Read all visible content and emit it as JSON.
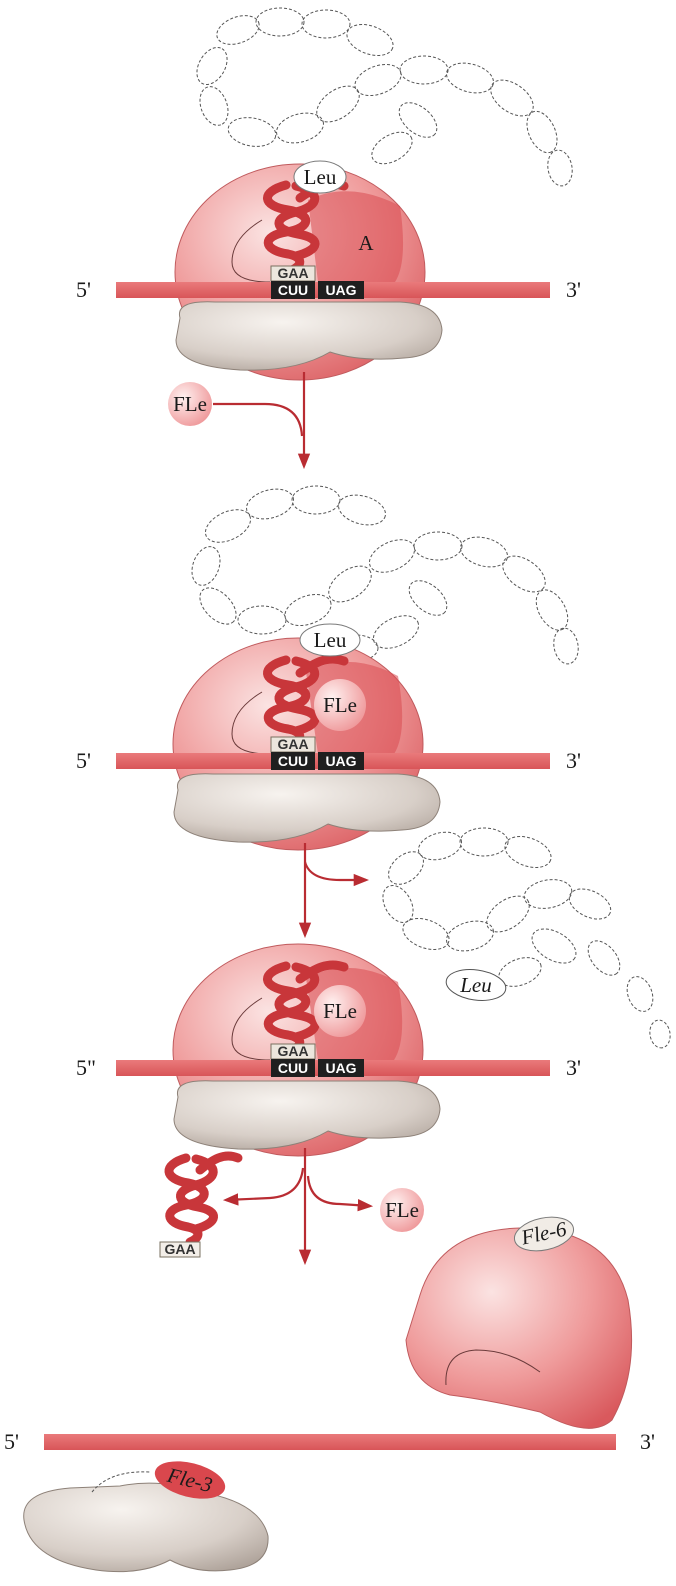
{
  "colors": {
    "mrna": "#e2686a",
    "large_subunit": "#e98a8c",
    "small_subunit": "#c8bdb5",
    "trna": "#c8363a",
    "arrow": "#b92c32",
    "codon_box": "#1f1f1f"
  },
  "stages": [
    {
      "end5": "5'",
      "end3": "3'",
      "peptide_label": "Leu",
      "site_label": "A",
      "anticodon": "GAA",
      "codon_p": "CUU",
      "codon_a": "UAG"
    },
    {
      "end5": "5'",
      "end3": "3'",
      "peptide_label": "Leu",
      "factor_label": "FLe",
      "anticodon": "GAA",
      "codon_p": "CUU",
      "codon_a": "UAG"
    },
    {
      "end5": "5\"",
      "end3": "3'",
      "factor_label": "FLe",
      "anticodon": "GAA",
      "codon_p": "CUU",
      "codon_a": "UAG"
    },
    {
      "end5": "5'",
      "end3": "3'",
      "large_subunit_factor": "Fle-6",
      "small_subunit_factor": "Fle-3"
    }
  ],
  "released": {
    "factor_in": "FLe",
    "released_peptide": "Leu",
    "free_trna_anticodon": "GAA",
    "factor_out": "FLe"
  }
}
